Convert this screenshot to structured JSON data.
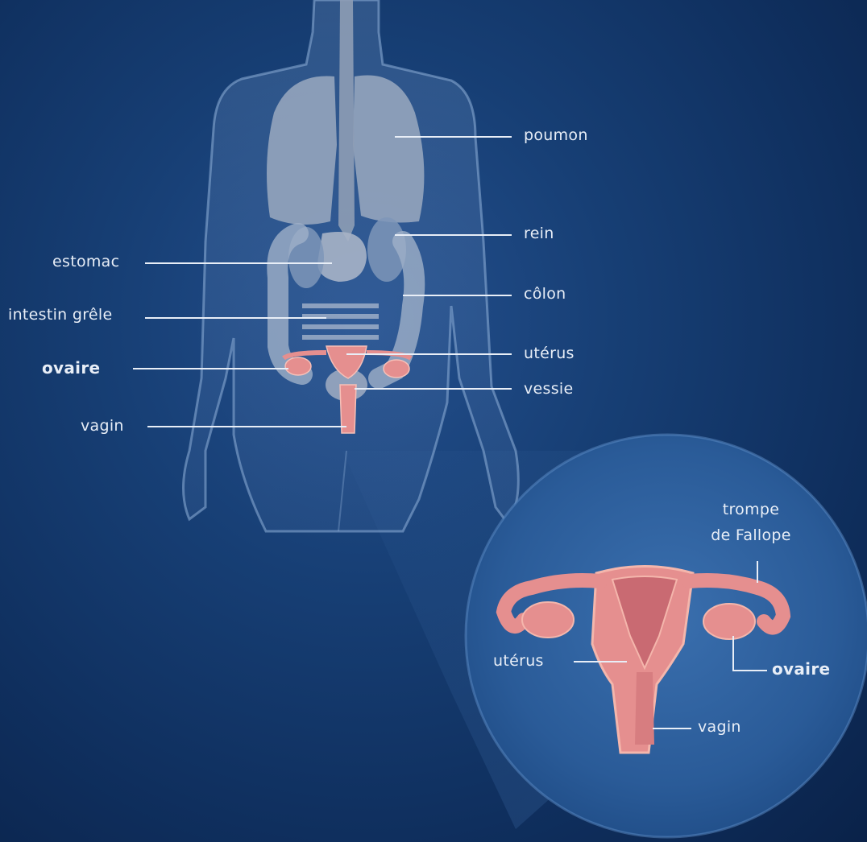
{
  "colors": {
    "background": "#163c72",
    "body_outline": "#8fb0d8",
    "organ_grey": "#9aa9c0",
    "reproductive_pink": "#e58f8f",
    "leader_line": "#e8eef7",
    "label_text": "#e8eef7"
  },
  "body_labels": {
    "poumon": "poumon",
    "rein": "rein",
    "estomac": "estomac",
    "colon": "côlon",
    "intestin": "intestin grêle",
    "ovaire": "ovaire",
    "uterus": "utérus",
    "vessie": "vessie",
    "vagin": "vagin"
  },
  "zoom_labels": {
    "trompe_line1": "trompe",
    "trompe_line2": "de Fallope",
    "uterus": "utérus",
    "ovaire": "ovaire",
    "vagin": "vagin"
  }
}
